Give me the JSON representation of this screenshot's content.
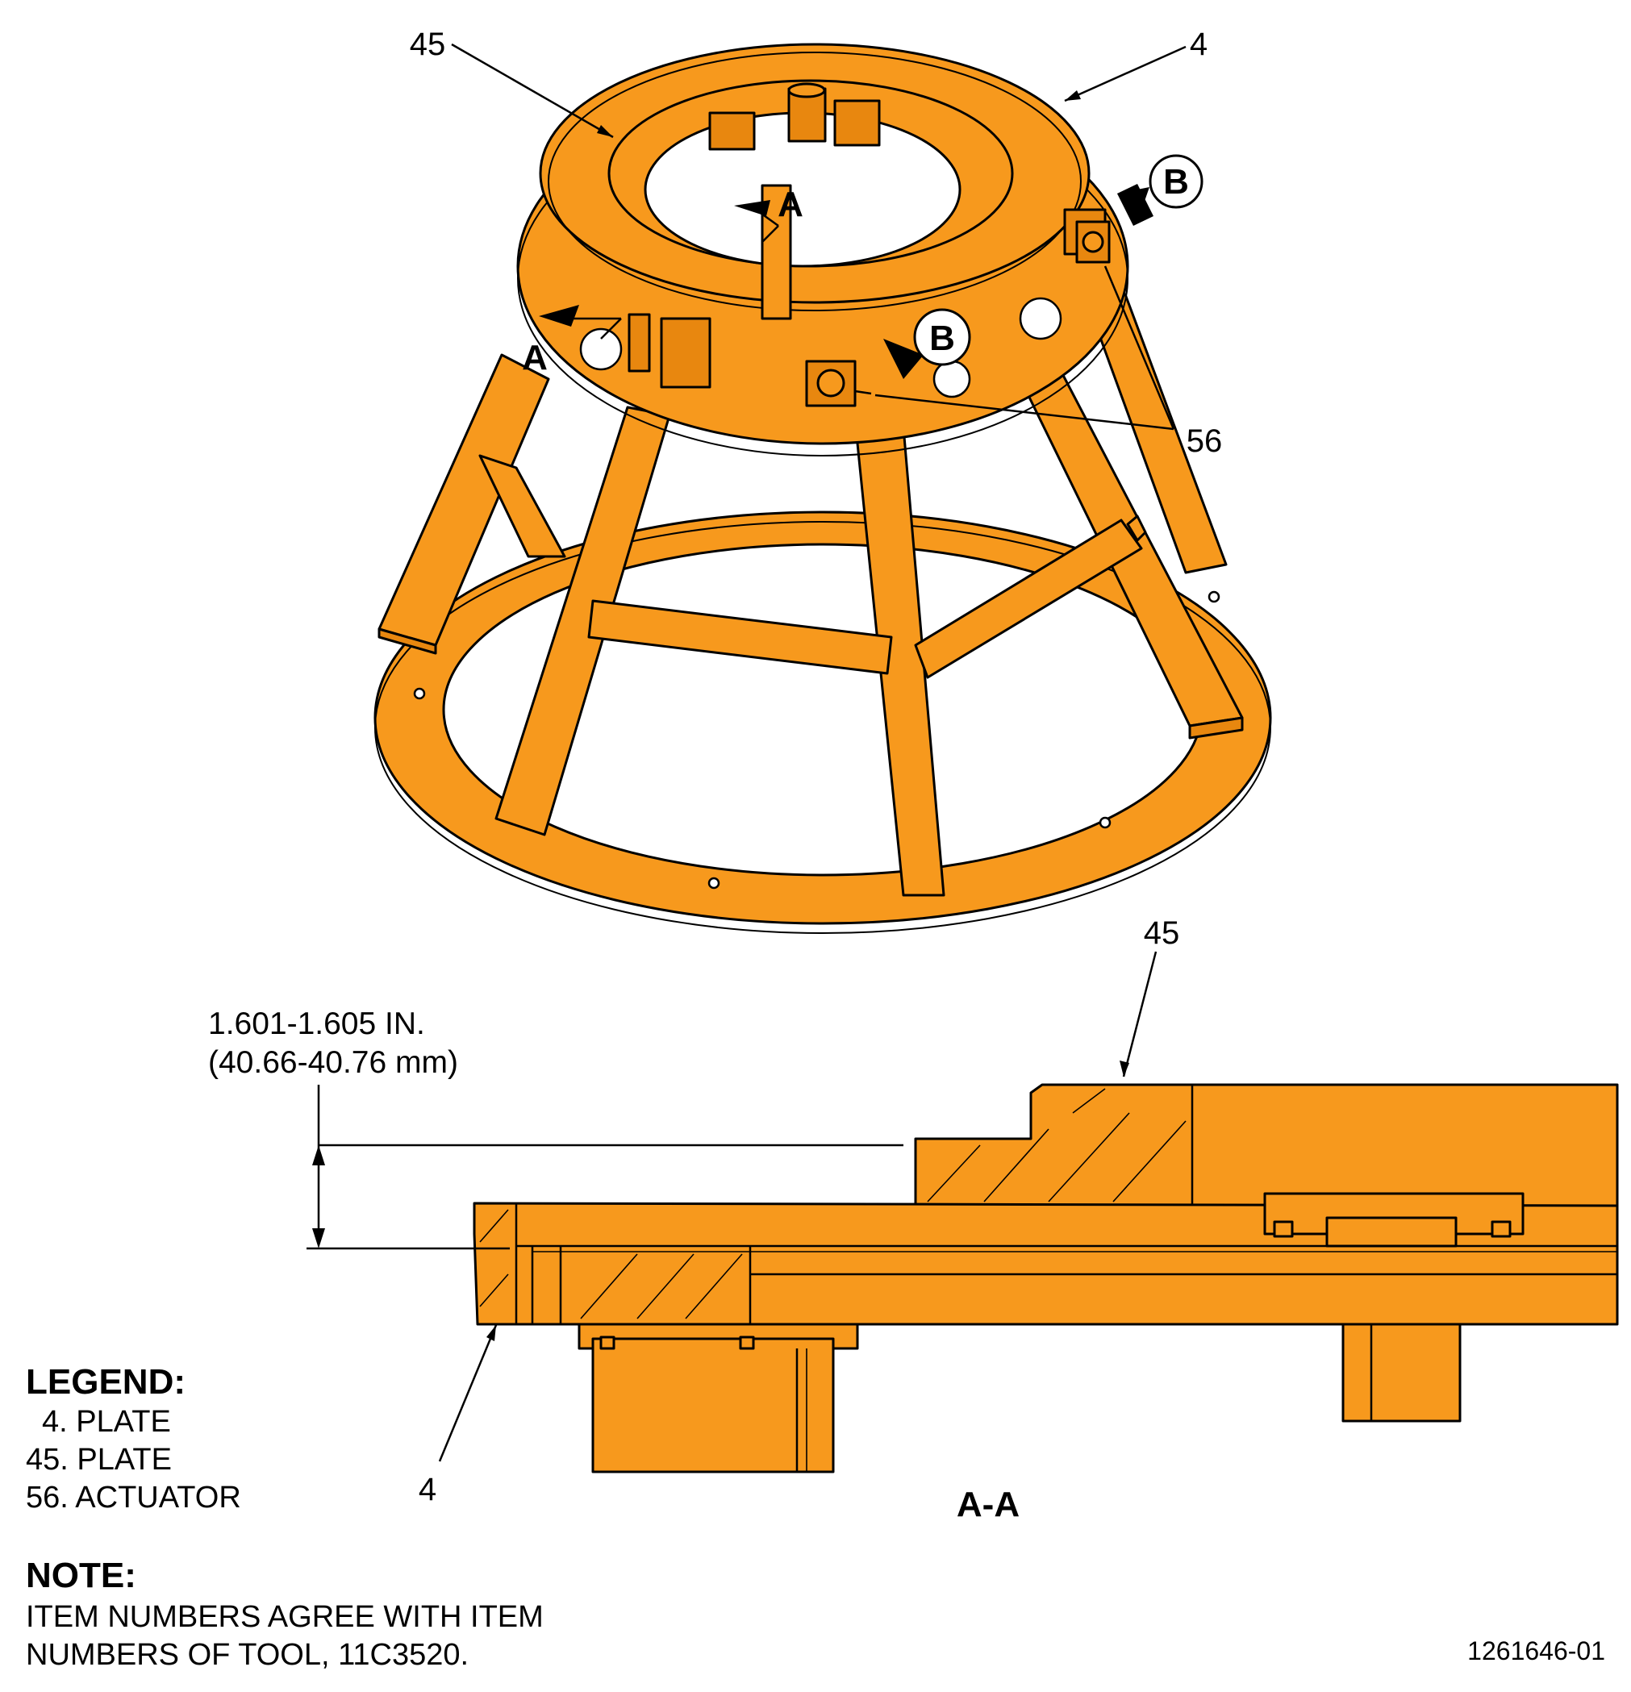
{
  "callouts": {
    "c45_top": "45",
    "c4_top": "4",
    "c56": "56",
    "c45_section": "45",
    "c4_section": "4"
  },
  "view_markers": {
    "a_upper": "A",
    "a_lower": "A",
    "b_right": "B",
    "b_front": "B"
  },
  "dimension": {
    "inches": "1.601-1.605 IN.",
    "mm": "(40.66-40.76 mm)"
  },
  "section_title": "A-A",
  "legend": {
    "title": "LEGEND:",
    "items": [
      "4. PLATE",
      "45. PLATE",
      "56. ACTUATOR"
    ]
  },
  "note": {
    "title": "NOTE:",
    "lines": [
      "ITEM NUMBERS AGREE WITH ITEM",
      "NUMBERS OF TOOL, 11C3520."
    ]
  },
  "figure_number": "1261646-01",
  "colors": {
    "fixture_orange": "#f7991d",
    "outline": "#000000",
    "background": "#ffffff"
  }
}
